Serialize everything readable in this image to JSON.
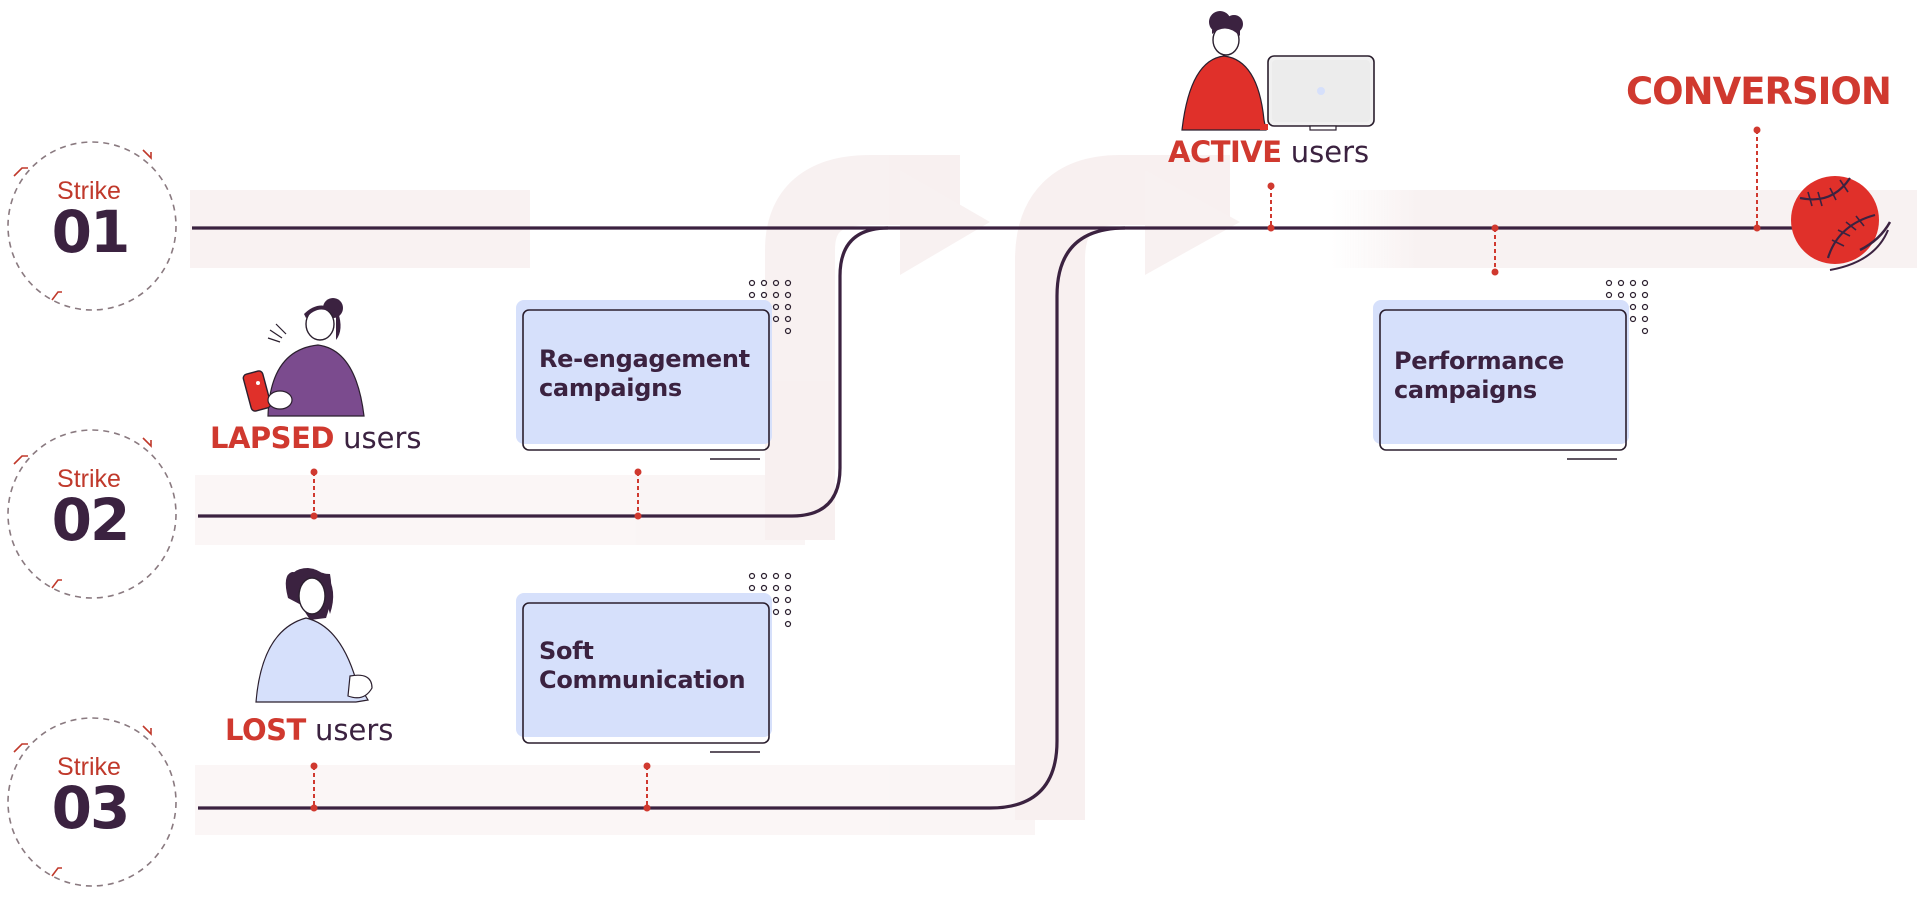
{
  "strikes": [
    {
      "label": "Strike",
      "number": "01"
    },
    {
      "label": "Strike",
      "number": "02"
    },
    {
      "label": "Strike",
      "number": "03"
    }
  ],
  "users": {
    "active": {
      "keyword": "ACTIVE",
      "suffix": "users"
    },
    "lapsed": {
      "keyword": "LAPSED",
      "suffix": "users"
    },
    "lost": {
      "keyword": "LOST",
      "suffix": "users"
    }
  },
  "conversion": "CONVERSION",
  "cards": {
    "reengagement": {
      "line1": "Re-engagement",
      "line2": "campaigns"
    },
    "soft": {
      "line1": "Soft",
      "line2": "Communication"
    },
    "performance": {
      "line1": "Performance",
      "line2": "campaigns"
    }
  },
  "colors": {
    "accent": "#d0392f",
    "ink": "#3b2240",
    "card_fill": "#d6e0fb",
    "lapsed_figure": "#7b4b8e",
    "lost_figure": "#d6e0fb",
    "active_figure": "#e0302a"
  },
  "icons": [
    "baseball-icon",
    "laptop-icon",
    "phone-icon"
  ]
}
